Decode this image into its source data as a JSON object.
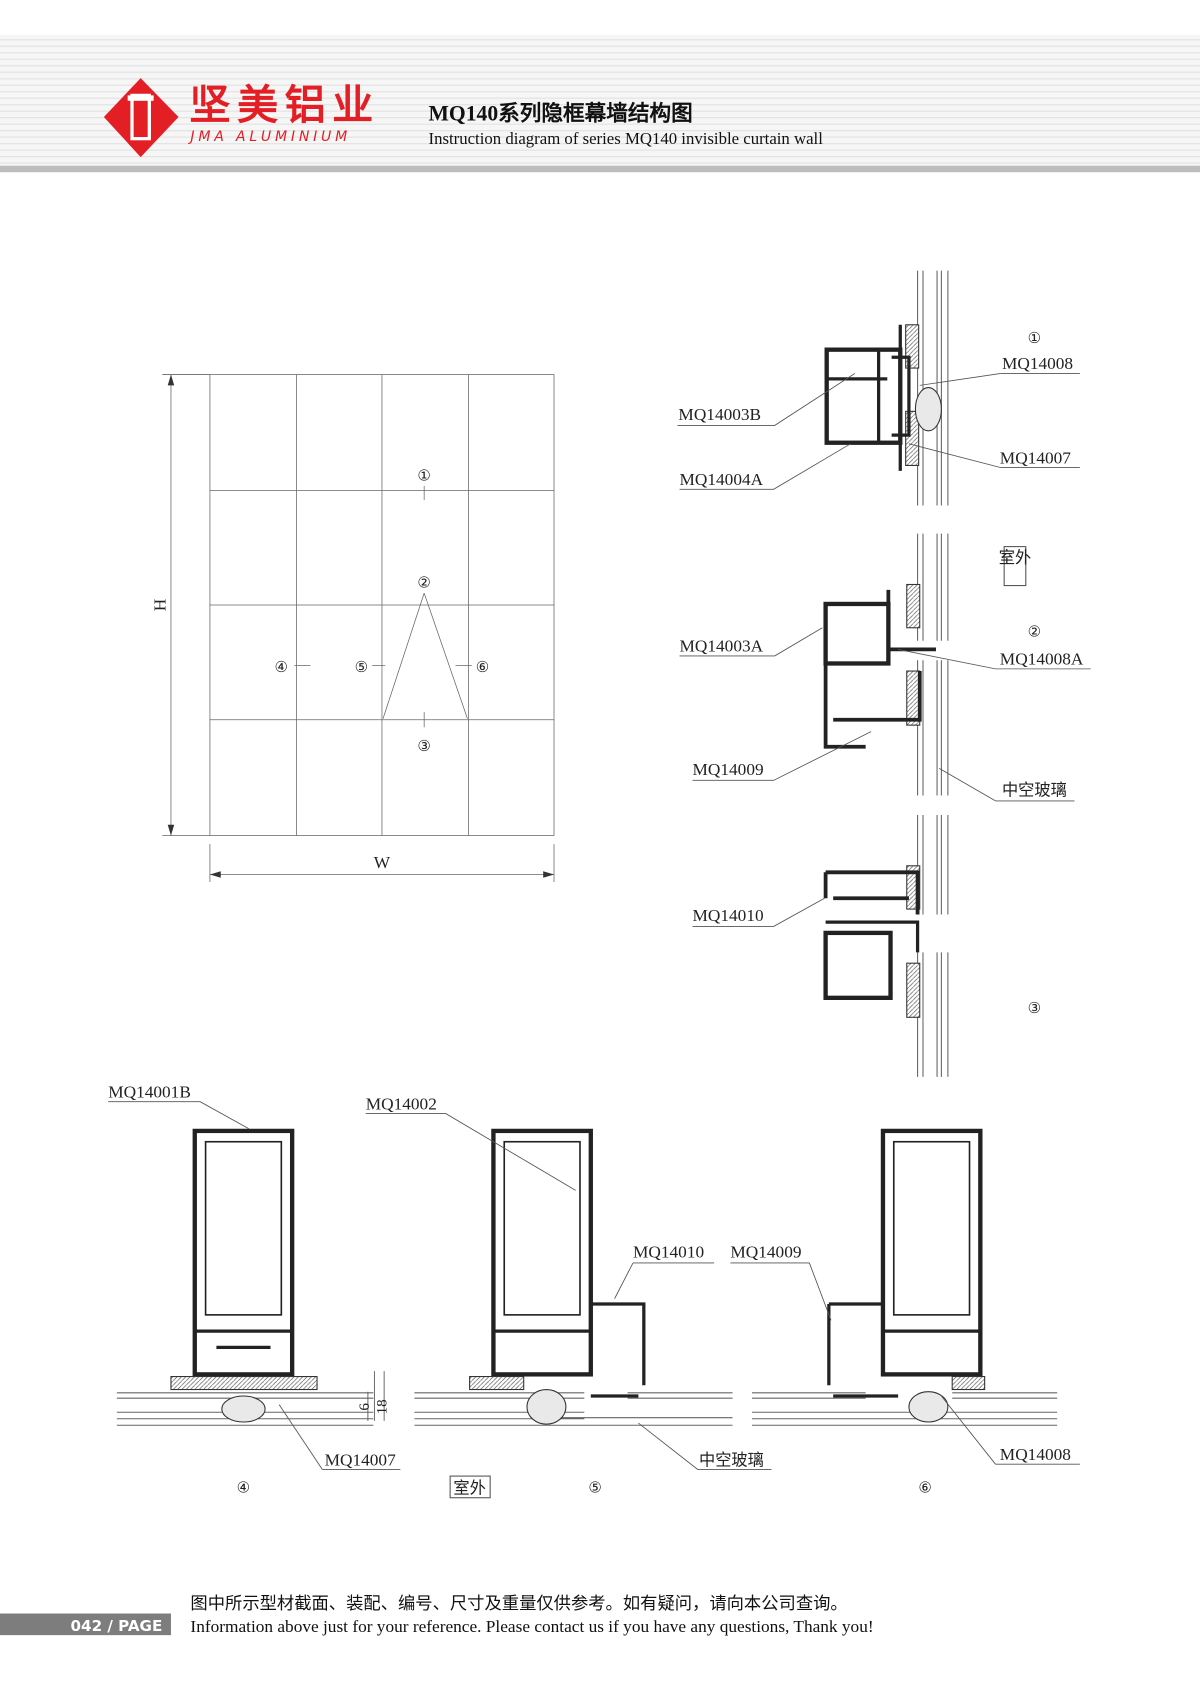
{
  "header": {
    "brand_cn": "坚美铝业",
    "brand_en": "JMA ALUMINIUM",
    "title": "MQ140系列隐框幕墙结构图",
    "subtitle": "Instruction diagram of series MQ140 invisible curtain wall",
    "brand_color": "#e31e24"
  },
  "elevation": {
    "height_label": "H",
    "width_label": "W",
    "markers": [
      "①",
      "②",
      "③",
      "④",
      "⑤",
      "⑥"
    ]
  },
  "details": {
    "d1": {
      "marker": "①",
      "labels": [
        "MQ14008",
        "MQ14003B",
        "MQ14007",
        "MQ14004A"
      ]
    },
    "d2": {
      "marker": "②",
      "outdoor": "室外",
      "labels": [
        "MQ14003A",
        "MQ14008A",
        "MQ14009",
        "中空玻璃"
      ]
    },
    "d3": {
      "marker": "③",
      "labels": [
        "MQ14010"
      ]
    }
  },
  "sections": {
    "s4": {
      "marker": "④",
      "labels": [
        "MQ14001B",
        "MQ14007"
      ],
      "dims": [
        "6",
        "18"
      ]
    },
    "s5": {
      "marker": "⑤",
      "outdoor": "室外",
      "labels": [
        "MQ14002",
        "MQ14010",
        "中空玻璃"
      ]
    },
    "s6": {
      "marker": "⑥",
      "labels": [
        "MQ14009",
        "MQ14008"
      ]
    }
  },
  "footer": {
    "page": "042 / PAGE",
    "note_cn": "图中所示型材截面、装配、编号、尺寸及重量仅供参考。如有疑问，请向本公司查询。",
    "note_en": "Information above just for your reference. Please contact us if you have any questions, Thank you!"
  }
}
